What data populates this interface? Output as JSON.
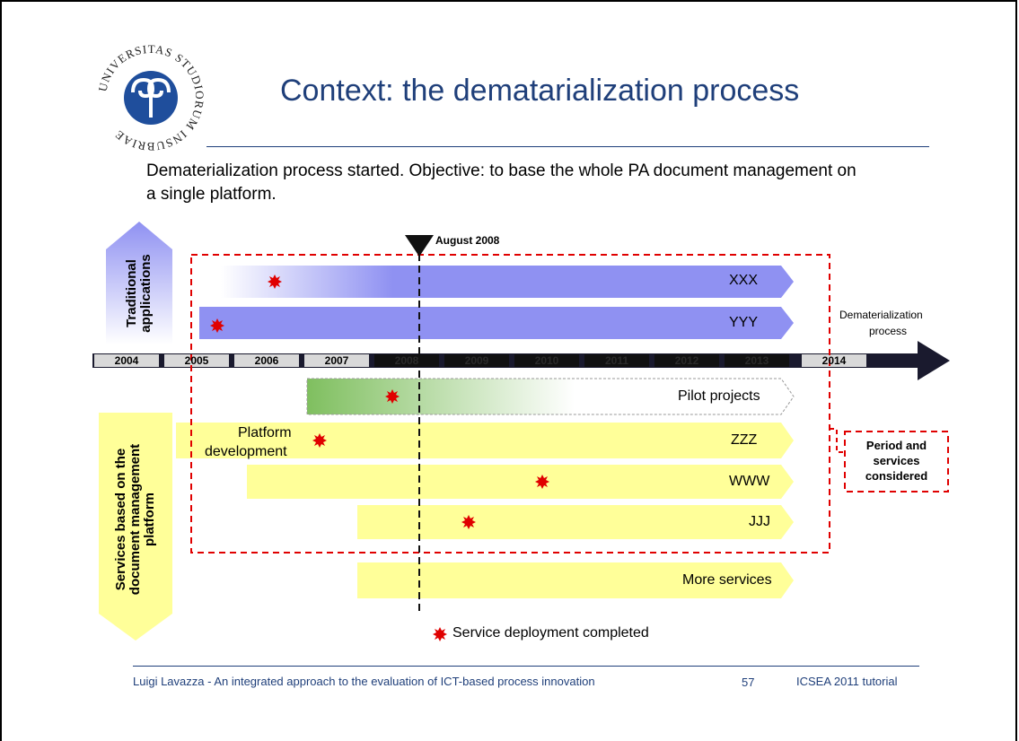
{
  "slide": {
    "title": "Context: the dematarialization process",
    "intro": "Dematerialization process started. Objective: to base the whole PA document management on a single platform."
  },
  "logo": {
    "text": "UNIVERSITAS STUDIORUM INSUBRIAE",
    "color": "#1f4e9c"
  },
  "timeline": {
    "milestone_label": "August 2008",
    "axis_label_line1": "Dematerialization",
    "axis_label_line2": "process",
    "years": [
      "2004",
      "2005",
      "2006",
      "2007",
      "2008",
      "2009",
      "2010",
      "2011",
      "2012",
      "2013",
      "2014"
    ]
  },
  "groups": {
    "traditional": "Traditional applications",
    "traditional_line1": "Traditional",
    "traditional_line2": "applications",
    "services_line1": "Services based on the",
    "services_line2": "document management",
    "services_line3": "platform"
  },
  "bars": {
    "xxx": "XXX",
    "yyy": "YYY",
    "pilot": "Pilot projects",
    "zzz": "ZZZ",
    "www": "WWW",
    "jjj": "JJJ",
    "more": "More services",
    "platform_line1": "Platform",
    "platform_line2": "development"
  },
  "period_box": {
    "line1": "Period  and",
    "line2": "services",
    "line3": "considered"
  },
  "legend": {
    "marker_label": "Service deployment completed"
  },
  "footer": {
    "author_text": "Luigi Lavazza - An integrated approach to the evaluation of ICT-based process innovation",
    "page_number": "57",
    "event": "ICSEA 2011 tutorial"
  },
  "colors": {
    "title": "#1f3f7a",
    "traditional_bar": "#8f91f2",
    "services_bar": "#ffff99",
    "pilot_bar": "#7fbf5f",
    "marker": "#e00000",
    "dashed_box": "#e00000",
    "axis_dark": "#1a1a2e"
  }
}
